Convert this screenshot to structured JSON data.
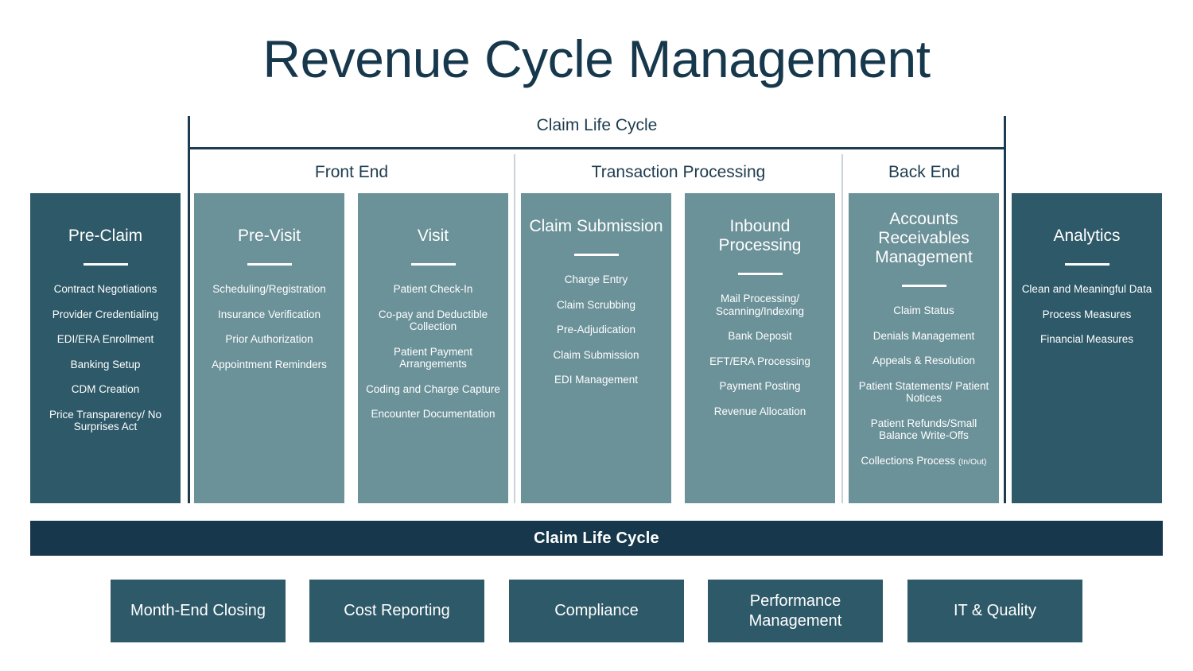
{
  "title": "Revenue Cycle Management",
  "colors": {
    "dark_teal": "#2E5968",
    "light_teal": "#6B9199",
    "navy": "#17384C",
    "divider": "#C9D3D8"
  },
  "bracket": {
    "label": "Claim Life Cycle"
  },
  "groups": [
    {
      "label": "Front End"
    },
    {
      "label": "Transaction Processing"
    },
    {
      "label": "Back End"
    }
  ],
  "stages": [
    {
      "title": "Pre-Claim",
      "tone": "dark",
      "items": [
        "Contract Negotiations",
        "Provider Credentialing",
        "EDI/ERA Enrollment",
        "Banking Setup",
        "CDM Creation",
        "Price Transparency/ No Surprises Act"
      ]
    },
    {
      "title": "Pre-Visit",
      "tone": "light",
      "items": [
        "Scheduling/Registration",
        "Insurance Verification",
        "Prior Authorization",
        "Appointment Reminders"
      ]
    },
    {
      "title": "Visit",
      "tone": "light",
      "items": [
        "Patient Check-In",
        "Co-pay and Deductible Collection",
        "Patient Payment Arrangements",
        "Coding and Charge Capture",
        "Encounter Documentation"
      ]
    },
    {
      "title": "Claim Submission",
      "tone": "light",
      "items": [
        "Charge Entry",
        "Claim Scrubbing",
        "Pre-Adjudication",
        "Claim Submission",
        "EDI Management"
      ]
    },
    {
      "title": "Inbound Processing",
      "tone": "light",
      "items": [
        "Mail Processing/ Scanning/Indexing",
        "Bank Deposit",
        "EFT/ERA Processing",
        "Payment Posting",
        "Revenue Allocation"
      ]
    },
    {
      "title": "Accounts Receivables Management",
      "tone": "light",
      "items": [
        "Claim Status",
        "Denials Management",
        "Appeals & Resolution",
        "Patient Statements/ Patient Notices",
        "Patient Refunds/Small Balance Write-Offs",
        "Collections Process (In/Out)"
      ]
    },
    {
      "title": "Analytics",
      "tone": "dark",
      "items": [
        "Clean and Meaningful Data",
        "Process Measures",
        "Financial Measures"
      ]
    }
  ],
  "lifecycle_bar": {
    "label": "Claim Life Cycle"
  },
  "footer_boxes": [
    {
      "label": "Month-End Closing"
    },
    {
      "label": "Cost Reporting"
    },
    {
      "label": "Compliance"
    },
    {
      "label": "Performance Management"
    },
    {
      "label": "IT & Quality"
    }
  ]
}
